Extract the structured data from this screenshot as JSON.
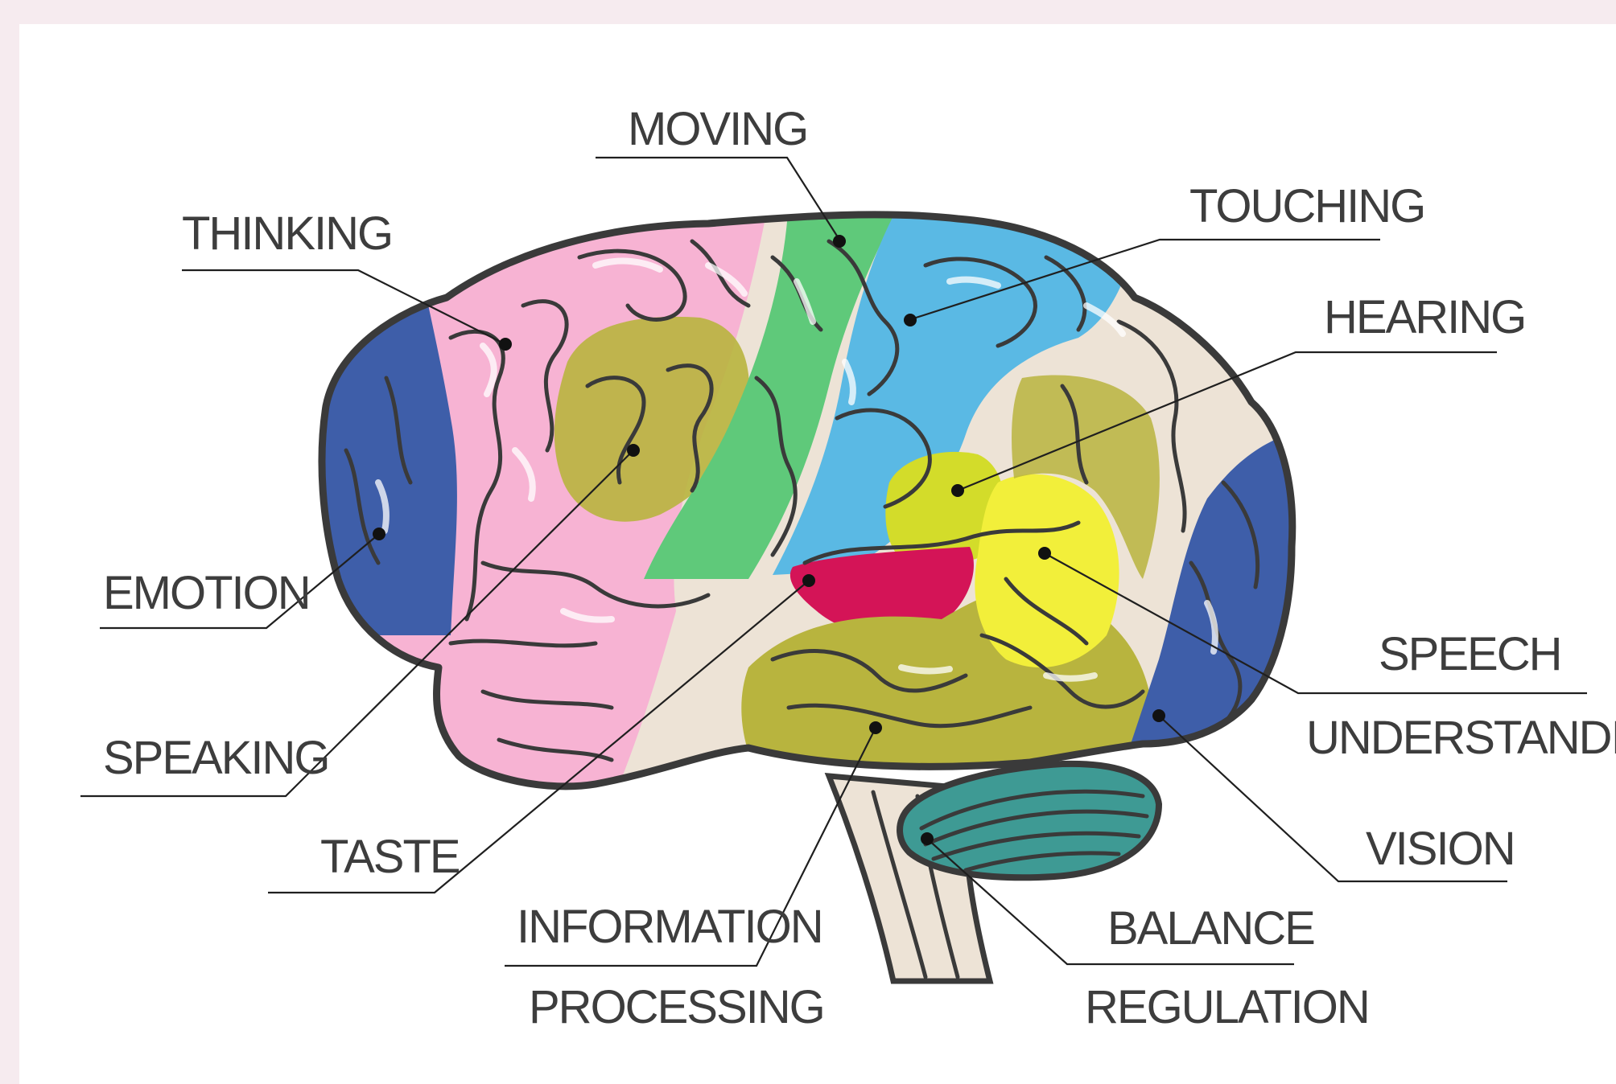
{
  "colors": {
    "background": "#f6ebef",
    "card": "#ffffff",
    "thinking": "#f7b3d3",
    "emotion_vision": "#3e5ea9",
    "speaking_info": "#b8b43e",
    "moving": "#5fc97a",
    "touching": "#5ab9e4",
    "hearing": "#d3dc2a",
    "taste": "#d41457",
    "speech_understanding": "#f2ef3a",
    "base": "#ede3d6",
    "balance": "#3e9a94",
    "ink": "#3d3d3d"
  },
  "labels": {
    "moving": "MOVING",
    "thinking": "THINKING",
    "touching": "TOUCHING",
    "hearing": "HEARING",
    "emotion": "EMOTION",
    "speaking": "SPEAKING",
    "taste": "TASTE",
    "information": "INFORMATION",
    "processing": "PROCESSING",
    "speech": "SPEECH",
    "understanding": "UNDERSTANDING",
    "vision": "VISION",
    "balance": "BALANCE",
    "regulation": "REGULATION"
  }
}
